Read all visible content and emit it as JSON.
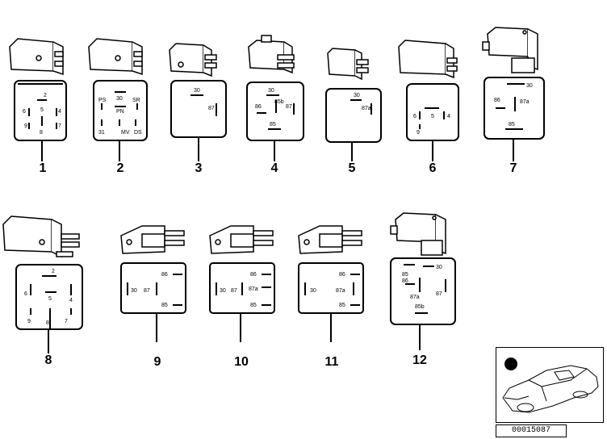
{
  "catalog_id": "00015087",
  "relays": [
    {
      "number": "1",
      "pins": [
        "2",
        "6",
        "5",
        "4",
        "9",
        "8",
        "7"
      ]
    },
    {
      "number": "2",
      "pins": [
        "PS",
        "30",
        "SR",
        "PN",
        "31",
        "MV",
        "DS"
      ]
    },
    {
      "number": "3",
      "pins": [
        "30",
        "87"
      ]
    },
    {
      "number": "4",
      "pins": [
        "30",
        "85b",
        "86",
        "87",
        "85"
      ]
    },
    {
      "number": "5",
      "pins": [
        "30",
        "87a"
      ]
    },
    {
      "number": "6",
      "pins": [
        "6",
        "5",
        "4",
        "9"
      ]
    },
    {
      "number": "7",
      "pins": [
        "30",
        "86",
        "87a",
        "85"
      ]
    },
    {
      "number": "8",
      "pins": [
        "2",
        "6",
        "5",
        "4",
        "9",
        "8",
        "7"
      ]
    },
    {
      "number": "9",
      "pins": [
        "86",
        "30",
        "87",
        "85"
      ]
    },
    {
      "number": "10",
      "pins": [
        "86",
        "30",
        "87",
        "87a",
        "85"
      ]
    },
    {
      "number": "11",
      "pins": [
        "86",
        "30",
        "87a",
        "85"
      ]
    },
    {
      "number": "12",
      "pins": [
        "30",
        "85",
        "86",
        "87a",
        "87",
        "85b"
      ]
    }
  ],
  "icons": {
    "car": "car-silhouette-icon",
    "marker": "location-dot-icon"
  }
}
